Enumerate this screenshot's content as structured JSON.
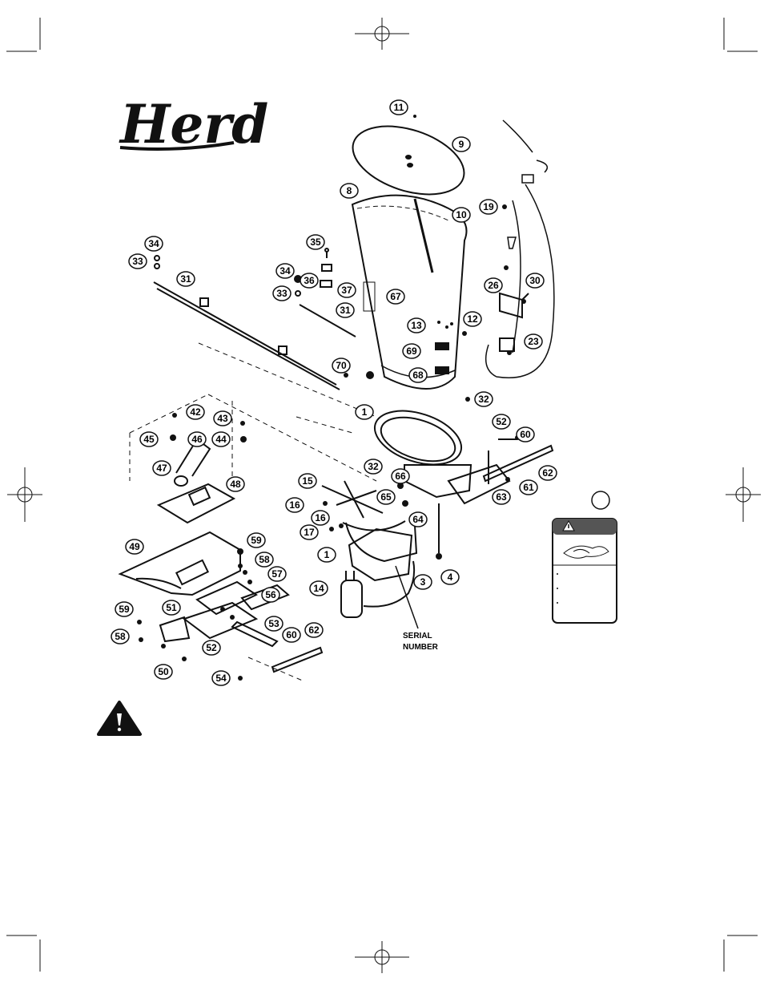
{
  "brand": {
    "logo_text": "Herd"
  },
  "callouts": [
    "11",
    "9",
    "8",
    "10",
    "19",
    "35",
    "34",
    "36",
    "33",
    "37",
    "31",
    "34",
    "33",
    "31",
    "67",
    "26",
    "30",
    "13",
    "12",
    "23",
    "69",
    "70",
    "68",
    "32",
    "1",
    "52",
    "60",
    "42",
    "43",
    "45",
    "46",
    "44",
    "47",
    "48",
    "15",
    "16",
    "32",
    "66",
    "65",
    "64",
    "62",
    "61",
    "63",
    "16",
    "17",
    "1",
    "59",
    "49",
    "58",
    "57",
    "56",
    "14",
    "3",
    "4",
    "51",
    "59",
    "53",
    "60",
    "62",
    "58",
    "52",
    "50",
    "54"
  ],
  "serial_label": [
    "SERIAL",
    "NUMBER"
  ],
  "colors": {
    "ink": "#111111",
    "paper": "#ffffff"
  },
  "icons": {
    "warning_triangle": "warning-triangle-icon",
    "registration_mark": "crosshair-icon"
  }
}
